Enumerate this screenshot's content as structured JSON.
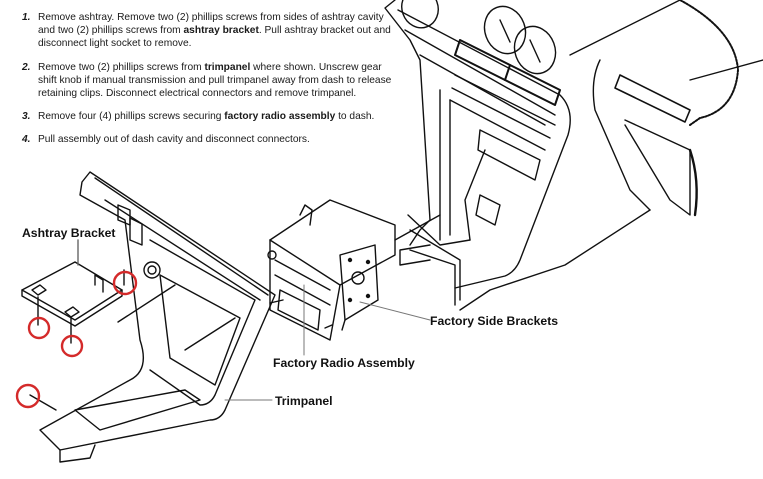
{
  "instructions": [
    {
      "num": "1.",
      "parts": [
        "Remove ashtray.  Remove two (2) phillips screws from sides of ashtray cavity and two (2) phillips screws from ",
        "ashtray bracket",
        ".  Pull ashtray bracket out and disconnect light socket to remove."
      ]
    },
    {
      "num": "2.",
      "parts": [
        "Remove two (2) phillips screws from ",
        "trimpanel",
        " where shown.  Unscrew gear shift knob if manual transmission and pull trimpanel away from dash to release retaining clips.  Disconnect electrical connectors and remove trimpanel."
      ]
    },
    {
      "num": "3.",
      "parts": [
        "Remove four (4) phillips screws securing ",
        "factory radio assembly",
        " to dash."
      ]
    },
    {
      "num": "4.",
      "parts": [
        "Pull assembly out of dash cavity and disconnect connectors.",
        "",
        ""
      ]
    }
  ],
  "labels": {
    "ashtray_bracket": "Ashtray Bracket",
    "factory_side_brackets": "Factory Side Brackets",
    "factory_radio_assembly": "Factory Radio Assembly",
    "trimpanel": "Trimpanel"
  },
  "colors": {
    "highlight_circle": "#d42a2a",
    "line": "#111111"
  },
  "highlighted_screws": 4
}
